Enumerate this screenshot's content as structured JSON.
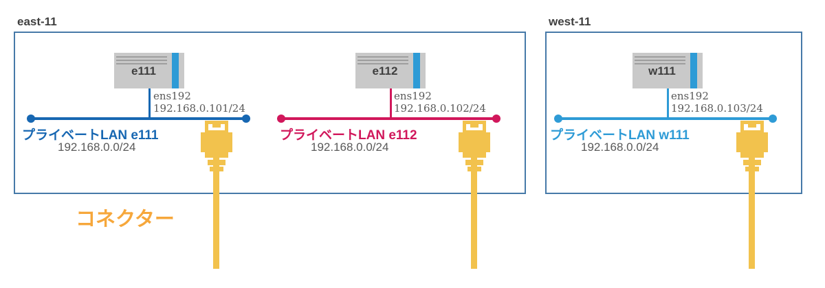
{
  "regions": {
    "east": {
      "label": "east-11"
    },
    "west": {
      "label": "west-11"
    }
  },
  "connector": {
    "label": "コネクター"
  },
  "groups": [
    {
      "server_name": "e111",
      "interface_name": "ens192",
      "interface_ip": "192.168.0.101/24",
      "lan_name": "プライベートLAN e111",
      "lan_subnet": "192.168.0.0/24",
      "accent": "#1767B2"
    },
    {
      "server_name": "e112",
      "interface_name": "ens192",
      "interface_ip": "192.168.0.102/24",
      "lan_name": "プライベートLAN e112",
      "lan_subnet": "192.168.0.0/24",
      "accent": "#D1175B"
    },
    {
      "server_name": "w111",
      "interface_name": "ens192",
      "interface_ip": "192.168.0.103/24",
      "lan_name": "プライベートLAN w111",
      "lan_subnet": "192.168.0.0/24",
      "accent": "#2E9BD6"
    }
  ],
  "colors": {
    "region_border": "#4679A8",
    "server_fill": "#C9C9C9",
    "server_vent": "#9E9E9E",
    "server_stripe": "#2E9BD6",
    "cable_yellow": "#F2C24D",
    "connector_orange": "#F6A73B",
    "text_gray": "#595959",
    "title_gray": "#404040"
  }
}
